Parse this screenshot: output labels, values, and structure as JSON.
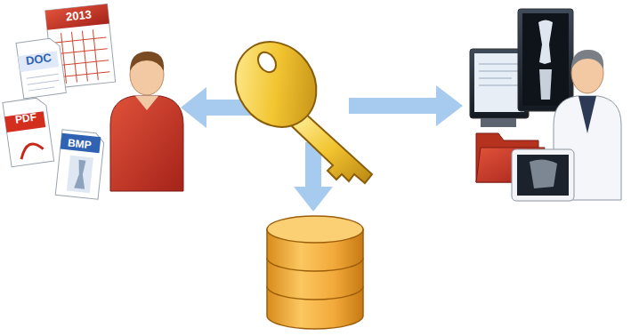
{
  "diagram": {
    "labels": [
      "2013",
      "DOC",
      "PDF",
      "BMP"
    ]
  }
}
